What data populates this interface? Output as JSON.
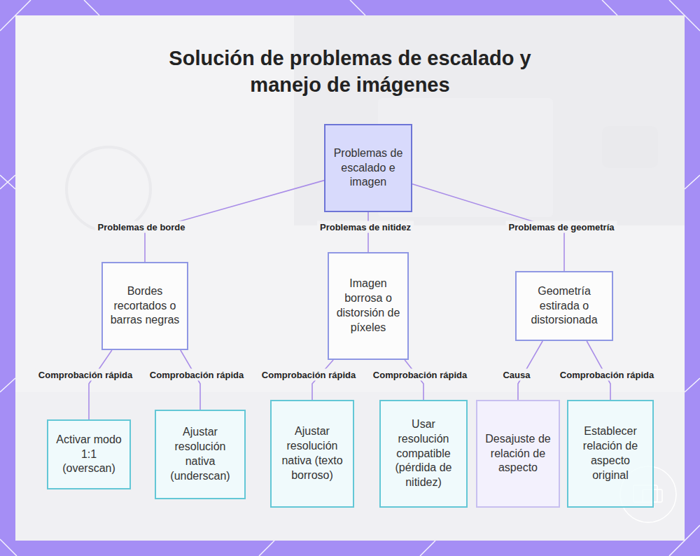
{
  "diagram": {
    "title": "Solución de problemas de escalado y manejo de imágenes",
    "nodes": [
      {
        "text": [
          "Problemas de escalado e imagen"
        ]
      },
      {
        "text": [
          "Bordes recortados o barras negras"
        ]
      },
      {
        "text": [
          "Imagen borrosa o distorsión de píxeles"
        ]
      },
      {
        "text": [
          "Geometría estirada o distorsionada"
        ]
      },
      {
        "text": [
          "Activar modo 1:1 (overscan)"
        ]
      },
      {
        "text": [
          "Ajustar resolución nativa (underscan)"
        ]
      },
      {
        "text": [
          "Ajustar resolución nativa (texto borroso)"
        ]
      },
      {
        "text": [
          "Usar resolución compatible (pérdida de nitidez)"
        ]
      },
      {
        "text": [
          "Desajuste de relación de aspecto"
        ]
      },
      {
        "text": [
          "Establecer relación de aspecto original"
        ]
      }
    ],
    "edges": [
      {
        "from": 0,
        "to": 1,
        "label": "Problemas de borde",
        "arrow": "none"
      },
      {
        "from": 0,
        "to": 2,
        "label": "Problemas de nitidez",
        "arrow": "none"
      },
      {
        "from": 0,
        "to": 3,
        "label": "Problemas de geometría",
        "arrow": "none"
      },
      {
        "from": 1,
        "to": 4,
        "label": "Comprobación rápida",
        "arrow": "none"
      },
      {
        "from": 1,
        "to": 5,
        "label": "Comprobación rápida",
        "arrow": "none"
      },
      {
        "from": 2,
        "to": 6,
        "label": "Comprobación rápida",
        "arrow": "none"
      },
      {
        "from": 2,
        "to": 7,
        "label": "Comprobación rápida",
        "arrow": "none"
      },
      {
        "from": 3,
        "to": 8,
        "label": "Causa",
        "arrow": "none"
      },
      {
        "from": 3,
        "to": 9,
        "label": "Comprobación rápida",
        "arrow": "none"
      }
    ]
  }
}
